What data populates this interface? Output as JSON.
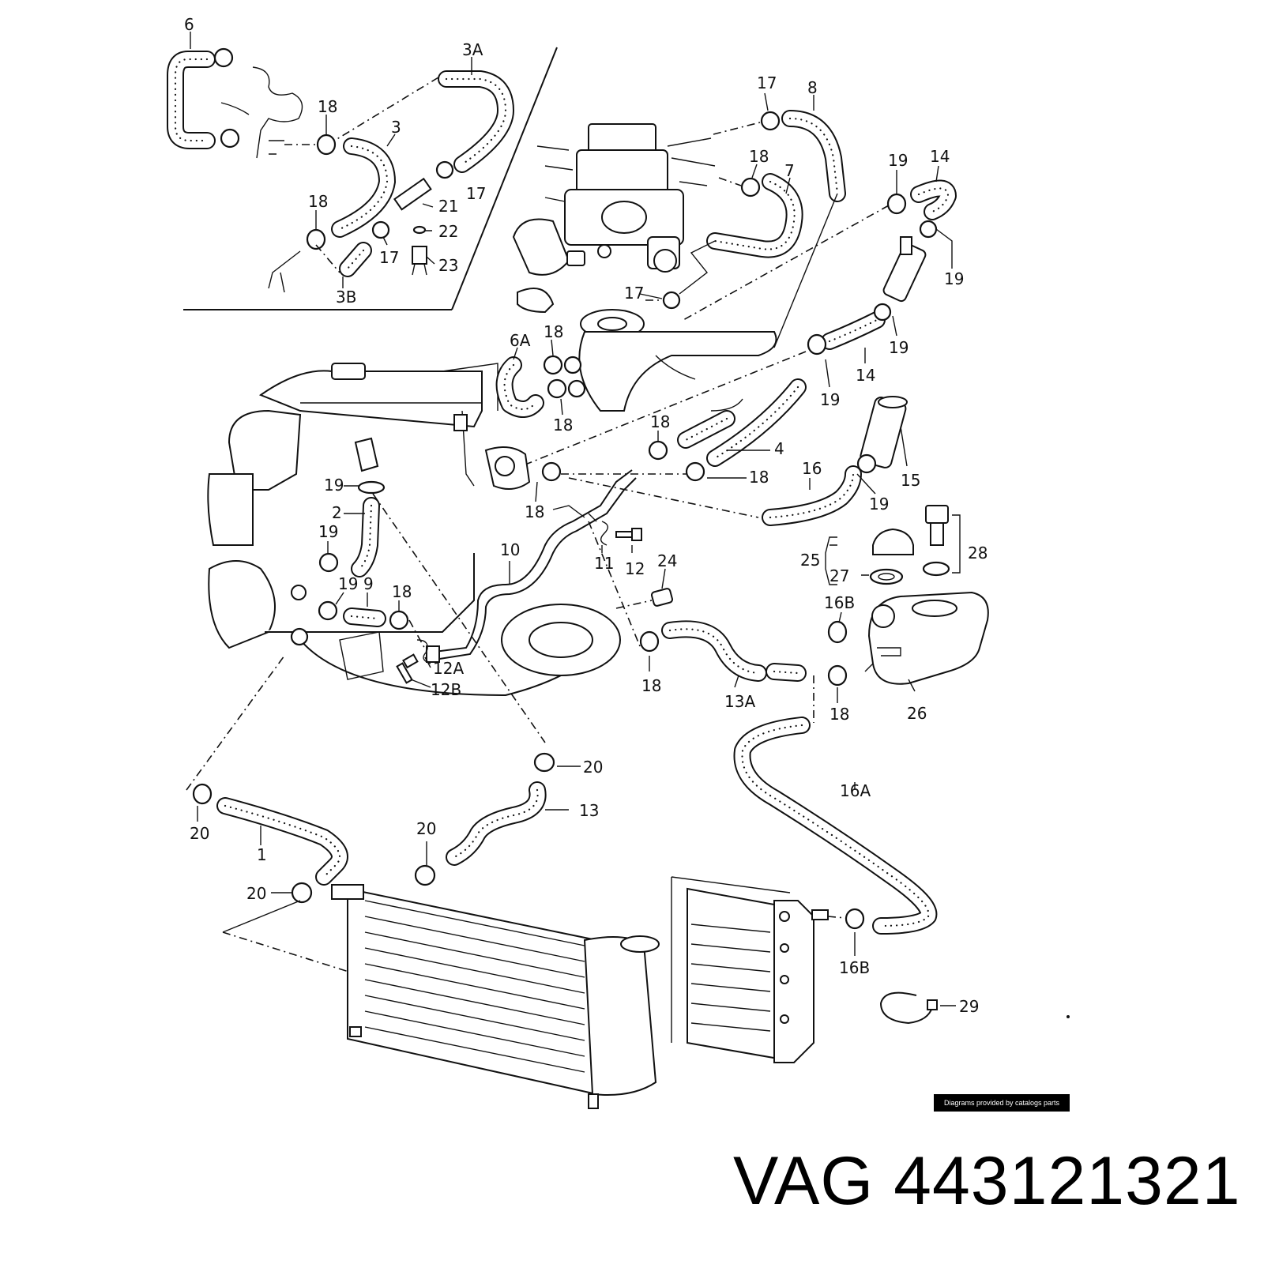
{
  "credit": "Diagrams provided by catalogs parts",
  "part_title": "VAG 443121321",
  "callouts": {
    "c6": "6",
    "c3A": "3A",
    "c18a": "18",
    "c3": "3",
    "c17a": "17",
    "c21": "21",
    "c22": "22",
    "c23": "23",
    "c18b": "18",
    "c17b": "17",
    "c3B": "3B",
    "c17c": "17",
    "c8": "8",
    "c18c": "18",
    "c7": "7",
    "c19a": "19",
    "c14a": "14",
    "c19b": "19",
    "c17d": "17",
    "c6A": "6A",
    "c18d": "18",
    "c18e": "18",
    "c19c": "19",
    "c14b": "14",
    "c19d": "19",
    "c18f": "18",
    "c4": "4",
    "c15": "15",
    "c18g": "18",
    "c16": "16",
    "c19e": "19",
    "c18h": "18",
    "c19f": "19",
    "c2": "2",
    "c19g": "19",
    "c19h": "19",
    "c9": "9",
    "c18i": "18",
    "c10": "10",
    "c11": "11",
    "c12": "12",
    "c24": "24",
    "c25": "25",
    "c27": "27",
    "c28": "28",
    "c16B_a": "16B",
    "c12A": "12A",
    "c12B": "12B",
    "c18j": "18",
    "c13A": "13A",
    "c18k": "18",
    "c26": "26",
    "c20a": "20",
    "c20b": "20",
    "c13": "13",
    "c16A": "16A",
    "c20c": "20",
    "c1": "1",
    "c20d": "20",
    "c16B_b": "16B",
    "c29": "29"
  }
}
